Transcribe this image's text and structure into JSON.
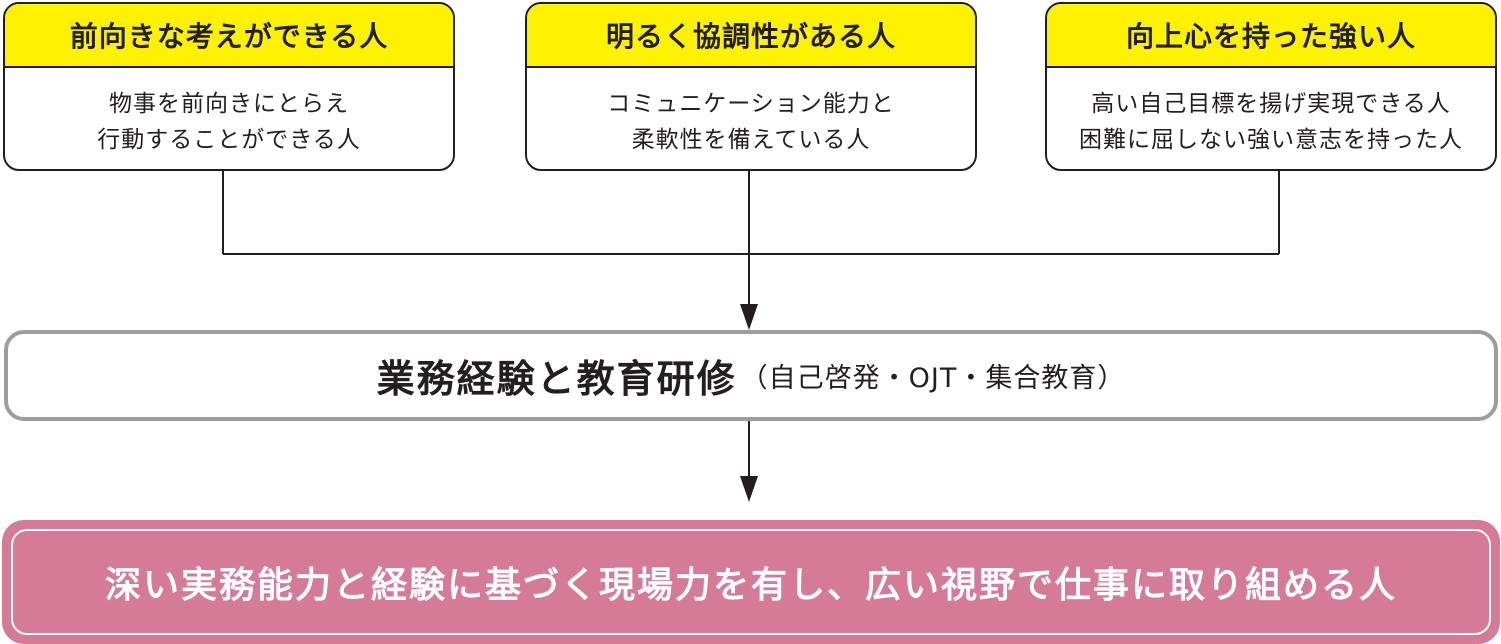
{
  "traits": [
    {
      "title": "前向きな考えができる人",
      "lines": [
        "物事を前向きにとらえ",
        "行動することができる人"
      ]
    },
    {
      "title": "明るく協調性がある人",
      "lines": [
        "コミュニケーション能力と",
        "柔軟性を備えている人"
      ]
    },
    {
      "title": "向上心を持った強い人",
      "lines": [
        "高い自己目標を揚げ実現できる人",
        "困難に屈しない強い意志を持った人"
      ]
    }
  ],
  "training": {
    "main": "業務経験と教育研修",
    "sub": "（自己啓発・OJT・集合教育）"
  },
  "goal": {
    "text": "深い実務能力と経験に基づく現場力を有し、広い視野で仕事に取り組める人"
  },
  "colors": {
    "header_yellow": "#fff200",
    "goal_pink": "#d57b97",
    "border_gray": "#9d9d9d",
    "line": "#231f20"
  }
}
